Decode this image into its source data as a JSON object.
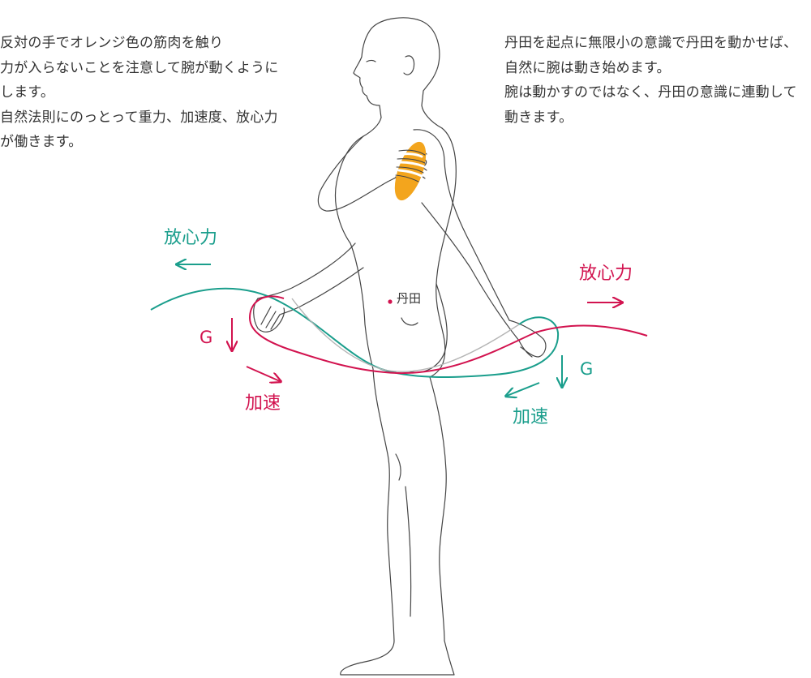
{
  "texts": {
    "left": "反対の手でオレンジ色の筋肉を触り\n力が入らないことを注意して腕が動くように\nします。\n自然法則にのっとって重力、加速度、放心力\nが働きます。",
    "right": "丹田を起点に無限小の意識で丹田を動かせば、\n自然に腕は動き始めます。\n腕は動かすのではなく、丹田の意識に連動して\n動きます。"
  },
  "labels": {
    "left_centrifugal": "放心力",
    "left_gravity": "G",
    "left_accel": "加速",
    "right_centrifugal": "放心力",
    "right_gravity": "G",
    "right_accel": "加速",
    "tanden": "丹田"
  },
  "colors": {
    "teal": "#1a9e8c",
    "crimson": "#d2134f",
    "orange": "#f3a51d",
    "outline": "#444444",
    "text": "#333333"
  }
}
